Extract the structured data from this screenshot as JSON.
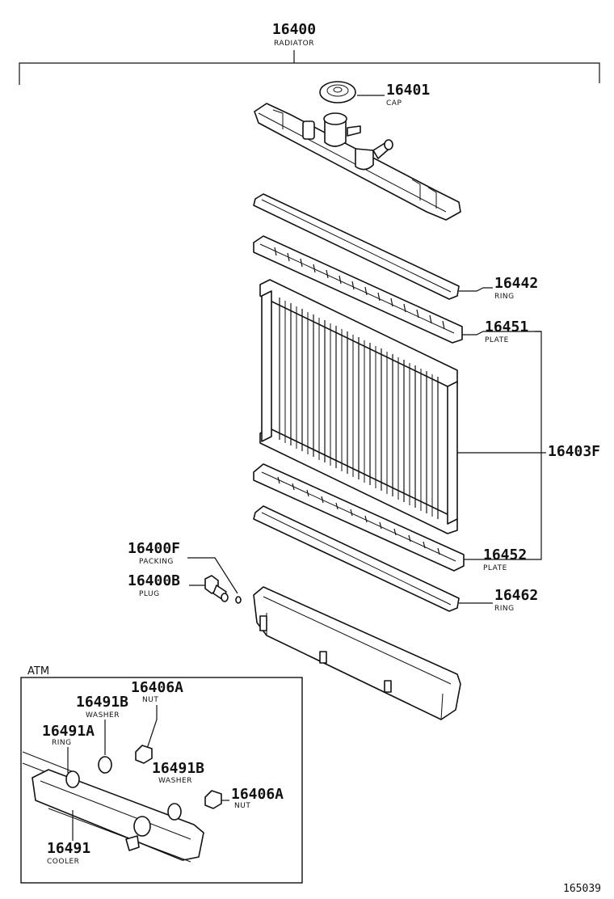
{
  "parts": {
    "radiator": {
      "number": "16400",
      "label": "RADIATOR"
    },
    "cap": {
      "number": "16401",
      "label": "CAP"
    },
    "ring_upper": {
      "number": "16442",
      "label": "RING"
    },
    "plate_upper": {
      "number": "16451",
      "label": "PLATE"
    },
    "core": {
      "number": "16403F"
    },
    "packing": {
      "number": "16400F",
      "label": "PACKING"
    },
    "plug": {
      "number": "16400B",
      "label": "PLUG"
    },
    "plate_lower": {
      "number": "16452",
      "label": "PLATE"
    },
    "ring_lower": {
      "number": "16462",
      "label": "RING"
    }
  },
  "atm": {
    "title": "ATM",
    "nut_top": {
      "number": "16406A",
      "label": "NUT"
    },
    "washer_top": {
      "number": "16491B",
      "label": "WASHER"
    },
    "ring": {
      "number": "16491A",
      "label": "RING"
    },
    "washer_right": {
      "number": "16491B",
      "label": "WASHER"
    },
    "nut_right": {
      "number": "16406A",
      "label": "NUT"
    },
    "cooler": {
      "number": "16491",
      "label": "COOLER"
    }
  },
  "diagram_ref": "165039"
}
